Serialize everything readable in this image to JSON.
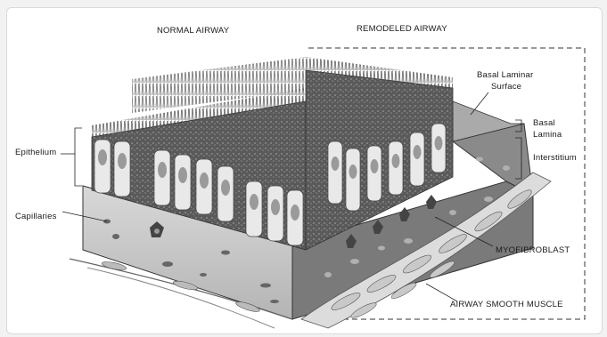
{
  "headers": {
    "normal": "NORMAL AIRWAY",
    "remodeled": "REMODELED AIRWAY"
  },
  "labels": {
    "epithelium": "Epithelium",
    "capillaries": "Capillaries",
    "basal_laminar_surface_line1": "Basal Laminar",
    "basal_laminar_surface_line2": "Surface",
    "basal_lamina_line1": "Basal",
    "basal_lamina_line2": "Lamina",
    "interstitium": "Interstitium",
    "myofibroblast": "MYOFIBROBLAST",
    "airway_smooth_muscle": "AIRWAY SMOOTH MUSCLE"
  },
  "colors": {
    "stroma": "#c8c8c8",
    "cell_fill": "#e6e6e6",
    "nucleus": "#9a9a9a",
    "dark": "#3a3a3a"
  }
}
